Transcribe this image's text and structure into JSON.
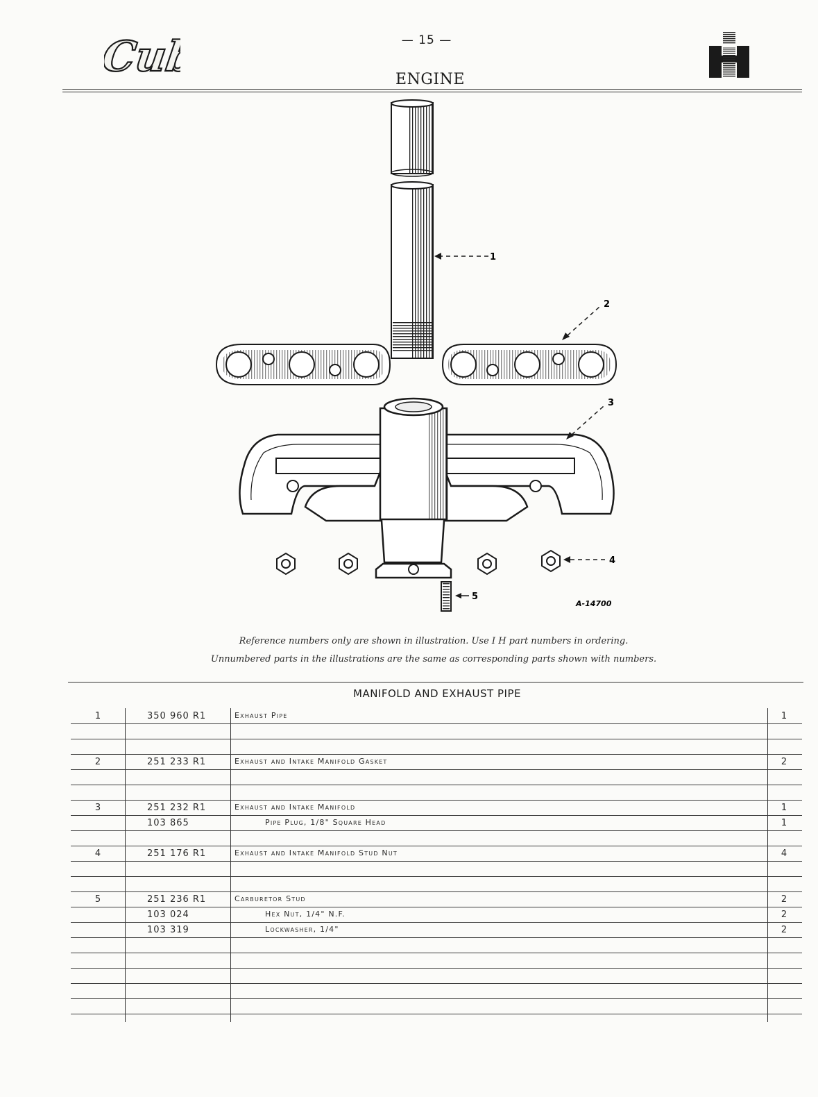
{
  "header": {
    "brand": "Cub",
    "page_number": "— 15 —",
    "section": "ENGINE",
    "ih_logo_icon": "international-harvester-logo-icon"
  },
  "illustration": {
    "code": "A-14700",
    "ref_labels": [
      "1",
      "2",
      "3",
      "4",
      "5"
    ]
  },
  "notes": {
    "line1": "Reference numbers only are shown in illustration.   Use I H part numbers in ordering.",
    "line2": "Unnumbered parts in the illustrations are the same as corresponding parts shown with numbers."
  },
  "table": {
    "title": "MANIFOLD AND EXHAUST PIPE",
    "rows": [
      {
        "ref": "1",
        "part": "350 960 R1",
        "desc": "Exhaust Pipe",
        "sub": false,
        "qty": "1"
      },
      {
        "ref": "",
        "part": "",
        "desc": "",
        "sub": false,
        "qty": ""
      },
      {
        "ref": "",
        "part": "",
        "desc": "",
        "sub": false,
        "qty": ""
      },
      {
        "ref": "2",
        "part": "251 233 R1",
        "desc": "Exhaust and Intake Manifold Gasket",
        "sub": false,
        "qty": "2"
      },
      {
        "ref": "",
        "part": "",
        "desc": "",
        "sub": false,
        "qty": ""
      },
      {
        "ref": "",
        "part": "",
        "desc": "",
        "sub": false,
        "qty": ""
      },
      {
        "ref": "3",
        "part": "251 232 R1",
        "desc": "Exhaust and Intake Manifold",
        "sub": false,
        "qty": "1"
      },
      {
        "ref": "",
        "part": "103 865",
        "desc": "Pipe Plug, 1/8\" Square Head",
        "sub": true,
        "qty": "1"
      },
      {
        "ref": "",
        "part": "",
        "desc": "",
        "sub": false,
        "qty": ""
      },
      {
        "ref": "4",
        "part": "251 176 R1",
        "desc": "Exhaust and Intake Manifold Stud Nut",
        "sub": false,
        "qty": "4"
      },
      {
        "ref": "",
        "part": "",
        "desc": "",
        "sub": false,
        "qty": ""
      },
      {
        "ref": "",
        "part": "",
        "desc": "",
        "sub": false,
        "qty": ""
      },
      {
        "ref": "5",
        "part": "251 236 R1",
        "desc": "Carburetor Stud",
        "sub": false,
        "qty": "2"
      },
      {
        "ref": "",
        "part": "103 024",
        "desc": "Hex Nut, 1/4\" N.F.",
        "sub": true,
        "qty": "2"
      },
      {
        "ref": "",
        "part": "103 319",
        "desc": "Lockwasher, 1/4\"",
        "sub": true,
        "qty": "2"
      },
      {
        "ref": "",
        "part": "",
        "desc": "",
        "sub": false,
        "qty": ""
      },
      {
        "ref": "",
        "part": "",
        "desc": "",
        "sub": false,
        "qty": ""
      },
      {
        "ref": "",
        "part": "",
        "desc": "",
        "sub": false,
        "qty": ""
      },
      {
        "ref": "",
        "part": "",
        "desc": "",
        "sub": false,
        "qty": ""
      },
      {
        "ref": "",
        "part": "",
        "desc": "",
        "sub": false,
        "qty": ""
      }
    ]
  }
}
